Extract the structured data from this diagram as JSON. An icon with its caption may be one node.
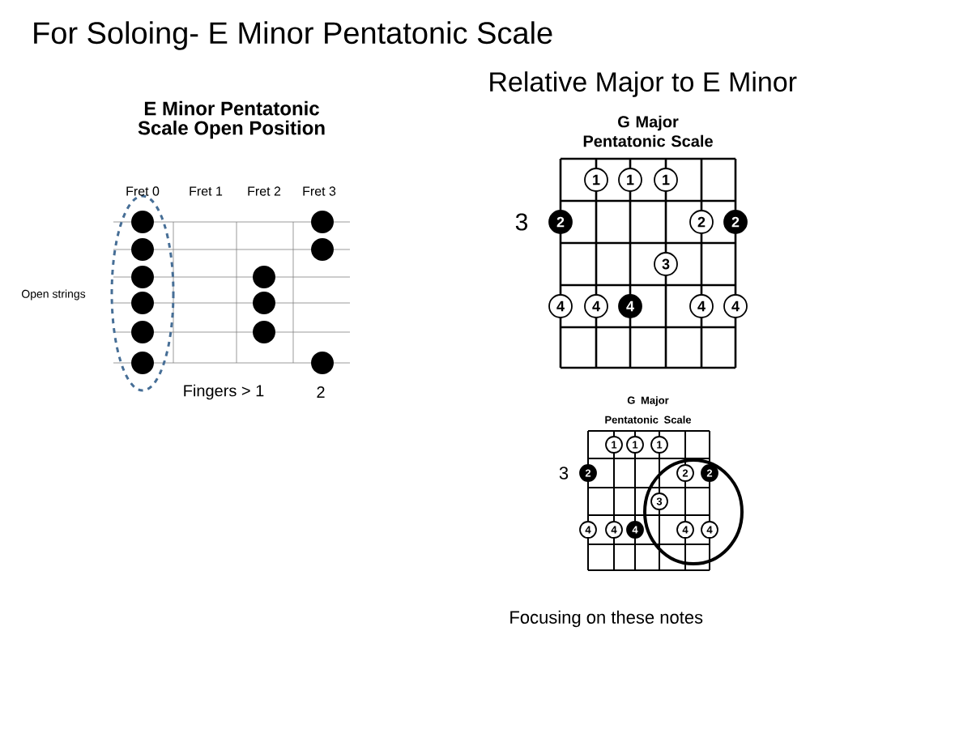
{
  "diagram": {
    "title": "For Soloing- E Minor Pentatonic Scale",
    "nodes": [
      {
        "text": [
          "1"
        ]
      },
      {
        "text": [
          "1"
        ]
      },
      {
        "text": [
          "1"
        ]
      },
      {
        "text": [
          "2"
        ]
      },
      {
        "text": [
          "2"
        ]
      },
      {
        "text": [
          "2"
        ]
      },
      {
        "text": [
          "3"
        ]
      },
      {
        "text": [
          "4"
        ]
      },
      {
        "text": [
          "4"
        ]
      },
      {
        "text": [
          "4"
        ]
      },
      {
        "text": [
          "4"
        ]
      },
      {
        "text": [
          "4"
        ]
      },
      {
        "text": [
          "1"
        ]
      },
      {
        "text": [
          "1"
        ]
      },
      {
        "text": [
          "1"
        ]
      },
      {
        "text": [
          "2"
        ]
      },
      {
        "text": [
          "2"
        ]
      },
      {
        "text": [
          "2"
        ]
      },
      {
        "text": [
          "3"
        ]
      },
      {
        "text": [
          "4"
        ]
      },
      {
        "text": [
          "4"
        ]
      },
      {
        "text": [
          "4"
        ]
      },
      {
        "text": [
          "4"
        ]
      },
      {
        "text": [
          "4"
        ]
      }
    ],
    "labels": [
      "Relative Major to E Minor",
      "E Minor Pentatonic Scale Open Position",
      "Fret 0",
      "Fret 1",
      "Fret 2",
      "Fret 3",
      "Open strings",
      "Fingers > 1",
      "2",
      "G Major Pentatonic Scale",
      "3",
      "G Major Pentatonic Scale",
      "3",
      "Focusing on these notes"
    ]
  }
}
